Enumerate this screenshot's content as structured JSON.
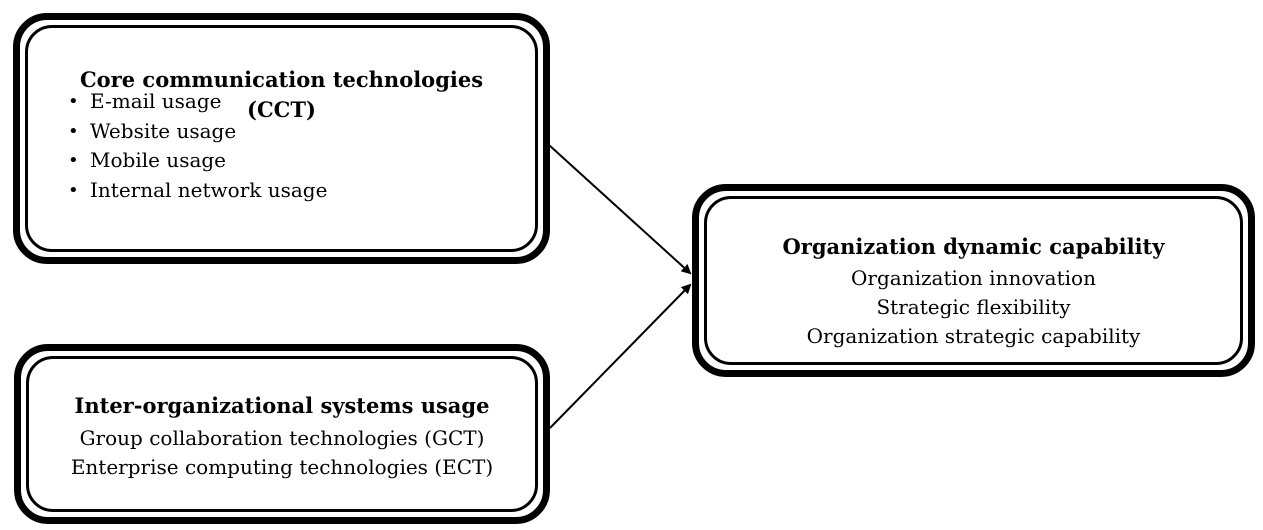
{
  "cct_box": {
    "title_line1": "Core communication technologies",
    "title_line2": "(CCT)",
    "items": [
      "E-mail usage",
      "Website usage",
      "Mobile usage",
      "Internal network usage"
    ]
  },
  "ios_box": {
    "title": "Inter-organizational systems usage",
    "lines": [
      "Group collaboration technologies (GCT)",
      "Enterprise computing technologies (ECT)"
    ]
  },
  "odc_box": {
    "title": "Organization dynamic capability",
    "lines": [
      "Organization innovation",
      "Strategic flexibility",
      "Organization strategic capability"
    ]
  },
  "colors": {
    "stroke": "#000000",
    "background": "#ffffff"
  }
}
